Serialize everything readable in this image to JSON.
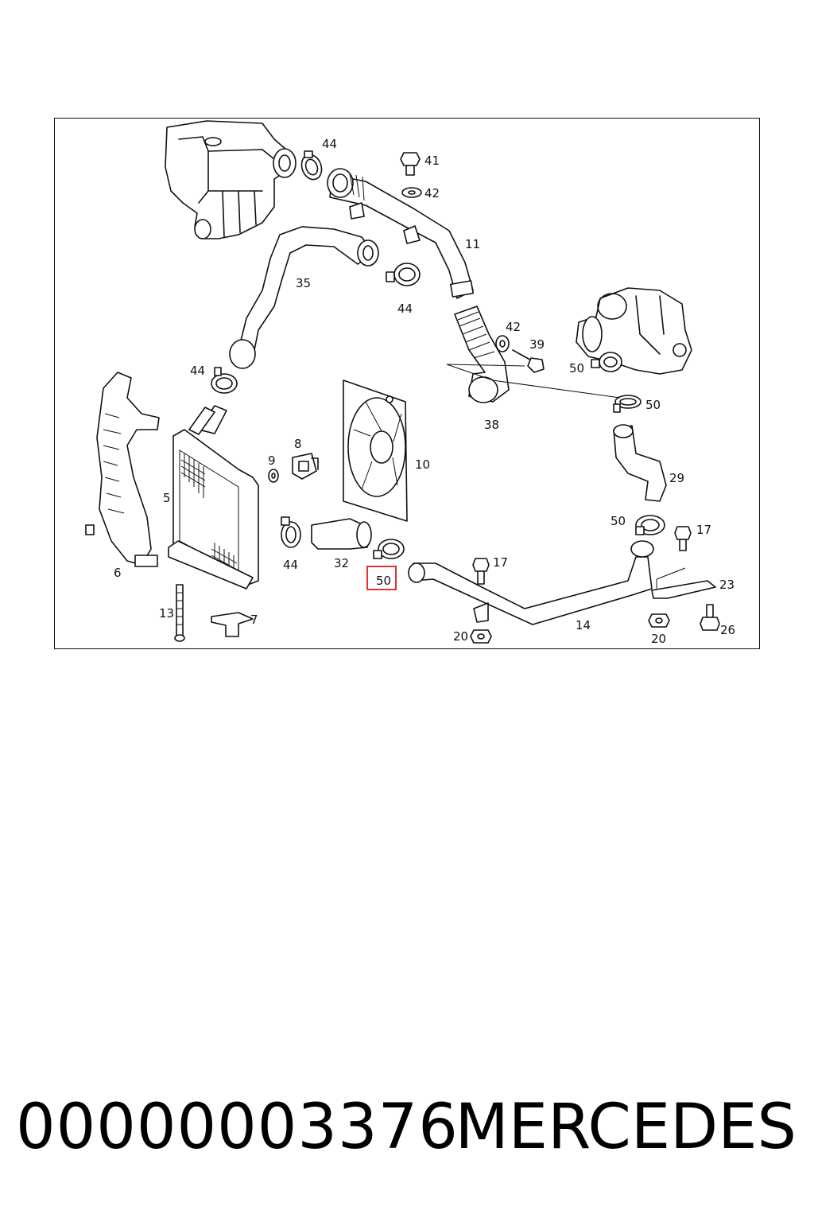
{
  "diagram": {
    "callouts": [
      "44",
      "41",
      "42",
      "11",
      "35",
      "44",
      "42",
      "39",
      "50",
      "44",
      "50",
      "38",
      "8",
      "9",
      "10",
      "29",
      "5",
      "50",
      "17",
      "6",
      "44",
      "32",
      "50",
      "17",
      "23",
      "13",
      "7",
      "20",
      "14",
      "20",
      "26"
    ],
    "highlighted_callout": "50"
  },
  "caption": {
    "part_number": "00000003376",
    "brand": "MERCEDES"
  }
}
